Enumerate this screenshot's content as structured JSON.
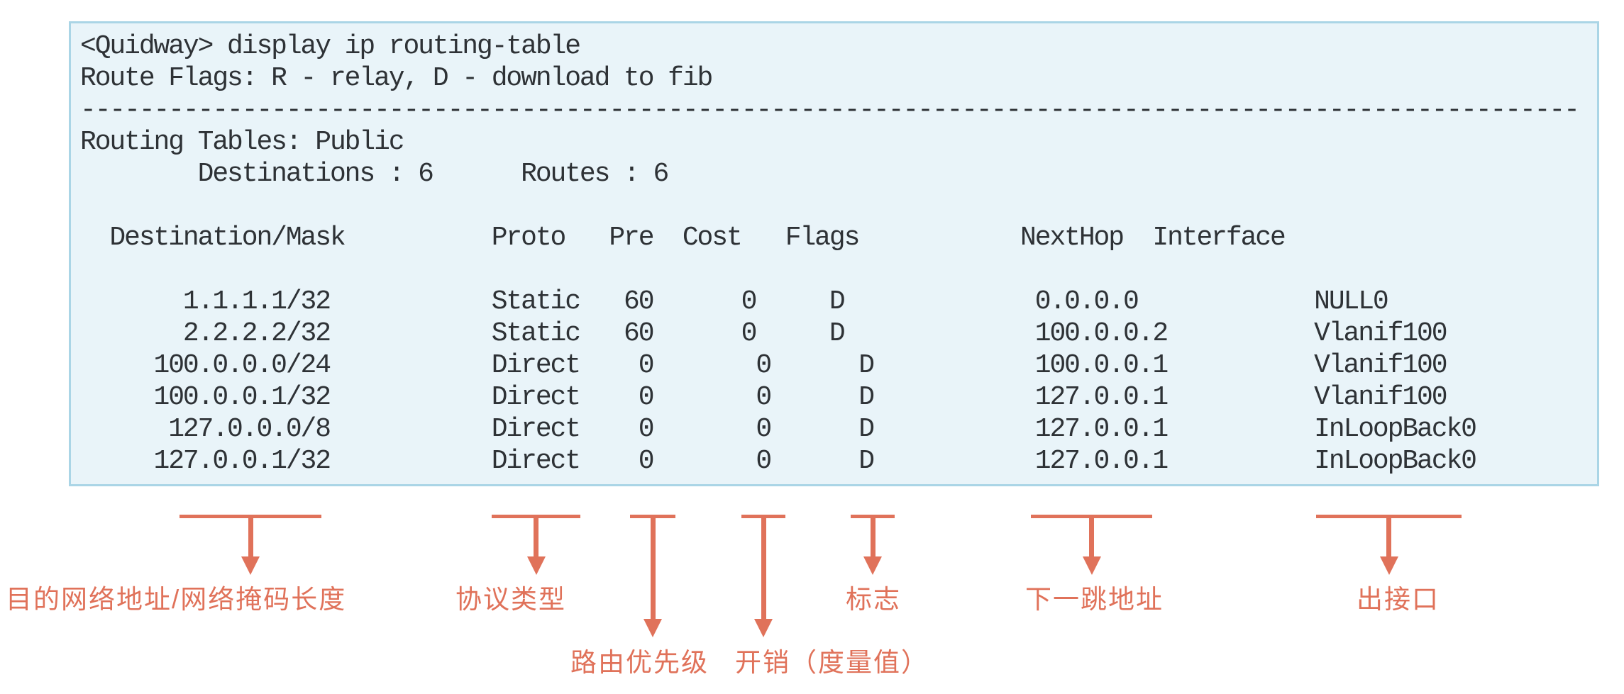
{
  "colors": {
    "accent": "#e0725a",
    "box_bg": "#e9f4f9",
    "box_border": "#aad5e6",
    "text": "#2e3236",
    "page_bg": "#ffffff"
  },
  "terminal": {
    "lines": [
      "<Quidway> display ip routing-table",
      "Route Flags: R - relay, D - download to fib",
      "------------------------------------------------------------------------------------------------------",
      "Routing Tables: Public",
      "        Destinations : 6      Routes : 6",
      "",
      "  Destination/Mask          Proto   Pre  Cost   Flags           NextHop  Interface",
      "",
      "       1.1.1.1/32           Static   60      0     D             0.0.0.0            NULL0",
      "       2.2.2.2/32           Static   60      0     D             100.0.0.2          Vlanif100",
      "     100.0.0.0/24           Direct    0       0      D           100.0.0.1          Vlanif100",
      "     100.0.0.1/32           Direct    0       0      D           127.0.0.1          Vlanif100",
      "      127.0.0.0/8           Direct    0       0      D           127.0.0.1          InLoopBack0",
      "     127.0.0.1/32           Direct    0       0      D           127.0.0.1          InLoopBack0"
    ],
    "command": "display ip routing-table",
    "prompt": "<Quidway>",
    "route_flags_legend": "Route Flags: R - relay, D - download to fib",
    "routing_tables": "Public",
    "destinations_count": "6",
    "routes_count": "6",
    "table": {
      "columns": [
        "Destination/Mask",
        "Proto",
        "Pre",
        "Cost",
        "Flags",
        "NextHop",
        "Interface"
      ],
      "rows": [
        {
          "destination_mask": "1.1.1.1/32",
          "proto": "Static",
          "pre": "60",
          "cost": "0",
          "flags": "D",
          "nexthop": "0.0.0.0",
          "interface": "NULL0"
        },
        {
          "destination_mask": "2.2.2.2/32",
          "proto": "Static",
          "pre": "60",
          "cost": "0",
          "flags": "D",
          "nexthop": "100.0.0.2",
          "interface": "Vlanif100"
        },
        {
          "destination_mask": "100.0.0.0/24",
          "proto": "Direct",
          "pre": "0",
          "cost": "0",
          "flags": "D",
          "nexthop": "100.0.0.1",
          "interface": "Vlanif100"
        },
        {
          "destination_mask": "100.0.0.1/32",
          "proto": "Direct",
          "pre": "0",
          "cost": "0",
          "flags": "D",
          "nexthop": "127.0.0.1",
          "interface": "Vlanif100"
        },
        {
          "destination_mask": "127.0.0.0/8",
          "proto": "Direct",
          "pre": "0",
          "cost": "0",
          "flags": "D",
          "nexthop": "127.0.0.1",
          "interface": "InLoopBack0"
        },
        {
          "destination_mask": "127.0.0.1/32",
          "proto": "Direct",
          "pre": "0",
          "cost": "0",
          "flags": "D",
          "nexthop": "127.0.0.1",
          "interface": "InLoopBack0"
        }
      ]
    }
  },
  "annotations": {
    "labels": [
      {
        "text": "目的网络地址/网络掩码长度",
        "target": "Destination/Mask"
      },
      {
        "text": "协议类型",
        "target": "Proto"
      },
      {
        "text": "路由优先级",
        "target": "Pre"
      },
      {
        "text": "开销（度量值）",
        "target": "Cost"
      },
      {
        "text": "标志",
        "target": "Flags"
      },
      {
        "text": "下一跳地址",
        "target": "NextHop"
      },
      {
        "text": "出接口",
        "target": "Interface"
      }
    ]
  }
}
